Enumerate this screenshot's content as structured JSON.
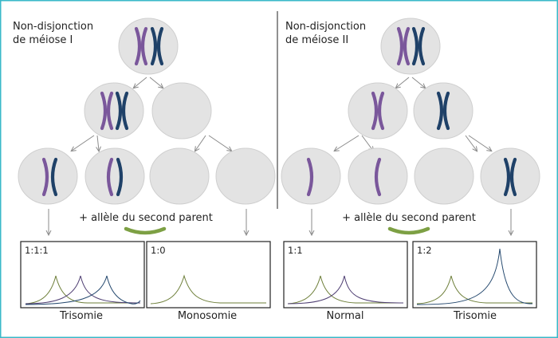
{
  "frame_color": "#3ab9c9",
  "colors": {
    "allele_a": "#7a579b",
    "allele_b": "#1f4168",
    "allele_partner": "#7da044",
    "trace_green": "#6e7f3a",
    "trace_purple": "#4f3f73",
    "trace_navy": "#24486e",
    "cell_fill": "#e3e3e3"
  },
  "panels": {
    "left": {
      "title_line1": "Non-disjonction",
      "title_line2": "de méiose I"
    },
    "right": {
      "title_line1": "Non-disjonction",
      "title_line2": "de méiose II"
    }
  },
  "caption_left": "+ allèle du second parent",
  "caption_right": "+ allèle du second parent",
  "results": [
    {
      "ratio": "1:1:1",
      "label": "Trisomie"
    },
    {
      "ratio": "1:0",
      "label": "Monosomie"
    },
    {
      "ratio": "1:1",
      "label": "Normal"
    },
    {
      "ratio": "1:2",
      "label": "Trisomie"
    }
  ],
  "icons": {
    "chromosome": "chromosome-icon",
    "chromatid": "chromatid-icon",
    "partner_allele": "partner-allele-icon"
  }
}
